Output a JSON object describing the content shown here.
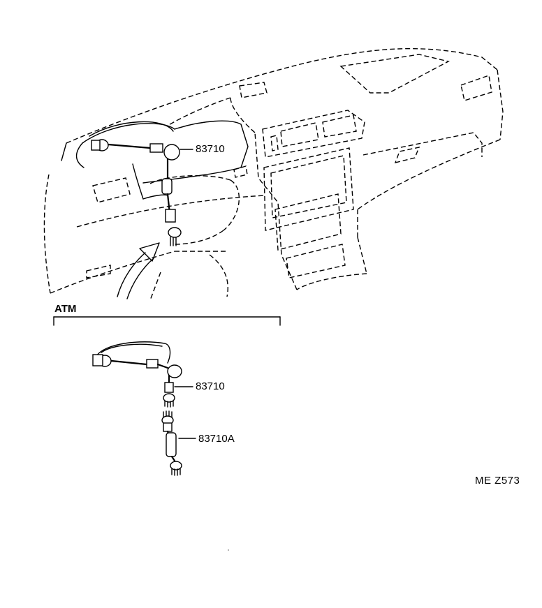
{
  "labels": {
    "upper_part": "83710",
    "lower_part": "83710",
    "lower_part_a": "83710A"
  },
  "section": {
    "title": "ATM"
  },
  "footer": {
    "code": "ME  Z573"
  }
}
